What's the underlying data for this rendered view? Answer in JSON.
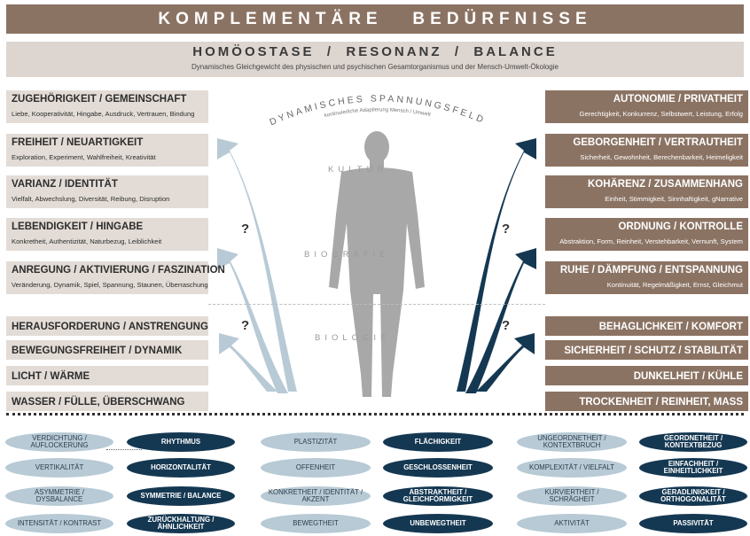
{
  "title": "KOMPLEMENTÄRE   BEDÜRFNISSE",
  "subtitle": {
    "title": "HOMÖOSTASE  /  RESONANZ  /  BALANCE",
    "description": "Dynamisches Gleichgewicht des physischen und psychischen Gesamtorganismus und der Mensch-Umwelt-Ökologie"
  },
  "center": {
    "arc_title": "DYNAMISCHES SPANNUNGSFELD",
    "arc_subtitle": "kontinuierliche Adaptierung Mensch / Umwelt",
    "levels": [
      "KULTUR",
      "BIOGRAFIE",
      "BIOLOGIE"
    ],
    "question_mark": "?"
  },
  "left_boxes": [
    {
      "heading": "ZUGEHÖRIGKEIT / GEMEINSCHAFT",
      "detail": "Liebe, Kooperativität, Hingabe, Ausdruck, Vertrauen, Bindung"
    },
    {
      "heading": "FREIHEIT / NEUARTIGKEIT",
      "detail": "Exploration, Experiment, Wahlfreiheit, Kreativität"
    },
    {
      "heading": "VARIANZ / IDENTITÄT",
      "detail": "Vielfalt, Abwechslung, Diversität, Reibung, Disruption"
    },
    {
      "heading": "LEBENDIGKEIT / HINGABE",
      "detail": "Konkretheit, Authentizität, Naturbezug, Leiblichkeit"
    },
    {
      "heading": "ANREGUNG / AKTIVIERUNG / FASZINATION",
      "detail": "Veränderung, Dynamik, Spiel, Spannung, Staunen, Überraschung"
    },
    {
      "heading": "HERAUSFORDERUNG / ANSTRENGUNG"
    },
    {
      "heading": "BEWEGUNGSFREIHEIT / DYNAMIK"
    },
    {
      "heading": "LICHT / WÄRME"
    },
    {
      "heading": "WASSER / FÜLLE, ÜBERSCHWANG"
    }
  ],
  "right_boxes": [
    {
      "heading": "AUTONOMIE / PRIVATHEIT",
      "detail": "Gerechtigkeit, Konkurrenz, Selbstwert, Leistung, Erfolg"
    },
    {
      "heading": "GEBORGENHEIT / VERTRAUTHEIT",
      "detail": "Sicherheit, Gewohnheit, Berechenbarkeit, Heimeligkeit"
    },
    {
      "heading": "KOHÄRENZ / ZUSAMMENHANG",
      "detail": "Einheit, Stimmigkeit, Sinnhaftigkeit, gNarrative"
    },
    {
      "heading": "ORDNUNG / KONTROLLE",
      "detail": "Abstraktion, Form, Reinheit, Verstehbarkeit, Vernunft, System"
    },
    {
      "heading": "RUHE / DÄMPFUNG / ENTSPANNUNG",
      "detail": "Kontinuität, Regelmäßigkeit, Ernst, Gleichmut"
    },
    {
      "heading": "BEHAGLICHKEIT / KOMFORT"
    },
    {
      "heading": "SICHERHEIT / SCHUTZ / STABILITÄT"
    },
    {
      "heading": "DUNKELHEIT / KÜHLE"
    },
    {
      "heading": "TROCKENHEIT / REINHEIT, MASS"
    }
  ],
  "pairs": [
    [
      {
        "light": "VERDICHTUNG / AUFLOCKERUNG",
        "dark": "RHYTHMUS"
      },
      {
        "light": "VERTIKALITÄT",
        "dark": "HORIZONTALITÄT"
      },
      {
        "light": "ASYMMETRIE / DYSBALANCE",
        "dark": "SYMMETRIE / BALANCE"
      },
      {
        "light": "INTENSITÄT / KONTRAST",
        "dark": "ZURÜCKHALTUNG / ÄHNLICHKEIT"
      }
    ],
    [
      {
        "light": "PLASTIZITÄT",
        "dark": "FLÄCHIGKEIT"
      },
      {
        "light": "OFFENHEIT",
        "dark": "GESCHLOSSENHEIT"
      },
      {
        "light": "KONKRETHEIT / IDENTITÄT / AKZENT",
        "dark": "ABSTRAKTHEIT / GLEICHFÖRMIGKEIT"
      },
      {
        "light": "BEWEGTHEIT",
        "dark": "UNBEWEGTHEIT"
      }
    ],
    [
      {
        "light": "UNGEORDNETHEIT / KONTEXTBRUCH",
        "dark": "GEORDNETHEIT / KONTEXTBEZUG"
      },
      {
        "light": "KOMPLEXITÄT / VIELFALT",
        "dark": "EINFACHHEIT / EINHEITLICHKEIT"
      },
      {
        "light": "KURVIERTHEIT / SCHRÄGHEIT",
        "dark": "GERADLINIGKEIT / ORTHOGONALITÄT"
      },
      {
        "light": "AKTIVITÄT",
        "dark": "PASSIVITÄT"
      }
    ]
  ],
  "colors": {
    "brown": "#8b7363",
    "beige": "#e3dcd6",
    "light_blue": "#b7cad5",
    "dark_blue": "#153852",
    "figure": "#a8a8a8"
  }
}
